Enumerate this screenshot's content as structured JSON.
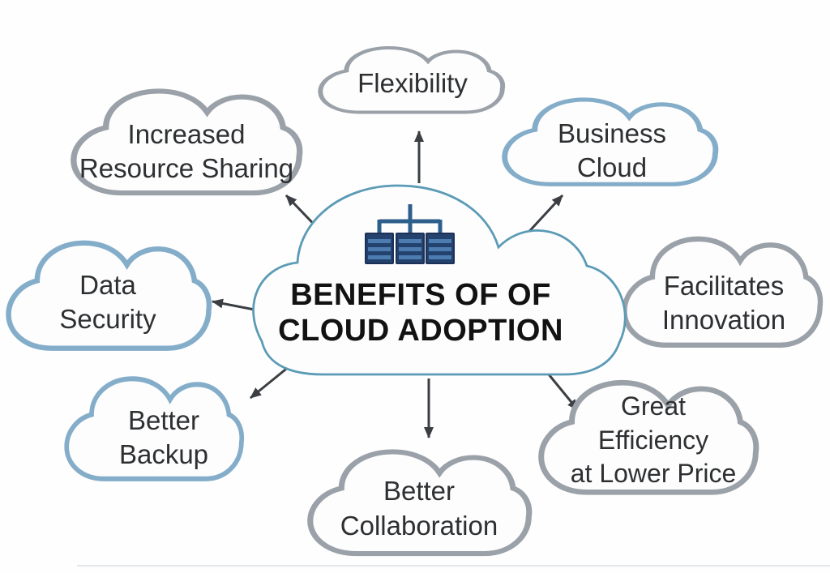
{
  "diagram": {
    "center": {
      "title_lines": [
        "BENEFITS OF OF",
        "CLOUD ADOPTION"
      ],
      "icon": "server-network-icon"
    },
    "benefits": [
      {
        "name": "Flexibility",
        "lines": [
          "Flexibility"
        ],
        "position": "top",
        "has_arrow": true
      },
      {
        "name": "Business Cloud",
        "lines": [
          "Business",
          "Cloud"
        ],
        "position": "top-right",
        "has_arrow": true
      },
      {
        "name": "Facilitates Innovation",
        "lines": [
          "Facilitates",
          "Innovation"
        ],
        "position": "right",
        "has_arrow": false
      },
      {
        "name": "Great Efficiency at Lower Price",
        "lines": [
          "Great",
          "Efficiency",
          "at Lower Price"
        ],
        "position": "bottom-right",
        "has_arrow": true
      },
      {
        "name": "Better Collaboration",
        "lines": [
          "Better",
          "Collaboration"
        ],
        "position": "bottom",
        "has_arrow": true
      },
      {
        "name": "Better Backup",
        "lines": [
          "Better",
          "Backup"
        ],
        "position": "bottom-left",
        "has_arrow": true
      },
      {
        "name": "Data Security",
        "lines": [
          "Data",
          "Security"
        ],
        "position": "left",
        "has_arrow": true
      },
      {
        "name": "Increased Resource Sharing",
        "lines": [
          "Increased",
          "Resource Sharing"
        ],
        "position": "top-left",
        "has_arrow": true
      }
    ],
    "colors": {
      "background": "#fefefe",
      "center_cloud_stroke": "#5b9bb5",
      "blue_cloud_stroke": "#84adc9",
      "gray_cloud_stroke": "#9ba1a8",
      "cloud_fill": "#fdfdfe",
      "arrow": "#3b3f43",
      "icon_connector": "#2e5e8c",
      "icon_server_fill": "#24426e",
      "icon_server_stripe": "#4d7db0",
      "label_text": "#2d2f31",
      "center_text": "#121212"
    }
  }
}
